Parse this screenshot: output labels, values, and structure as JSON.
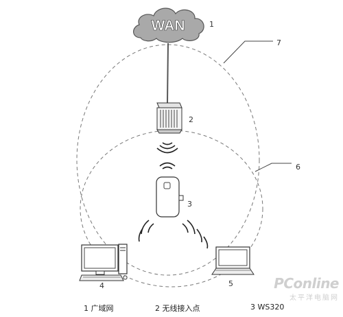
{
  "cloud": {
    "label": "WAN"
  },
  "callouts": {
    "n1": "1",
    "n2": "2",
    "n3": "3",
    "n4": "4",
    "n5": "5",
    "n6": "6",
    "n7": "7"
  },
  "legend": {
    "item1": "1 广域网",
    "item2": "2 无线接入点",
    "item3": "3 WS320"
  },
  "watermark": {
    "main": "PConline",
    "sub": "太平洋电脑网"
  },
  "icons": {
    "cloud": "cloud-icon",
    "router": "router-icon",
    "repeater": "wifi-repeater-icon",
    "desktop": "desktop-computer-icon",
    "laptop": "laptop-icon"
  }
}
